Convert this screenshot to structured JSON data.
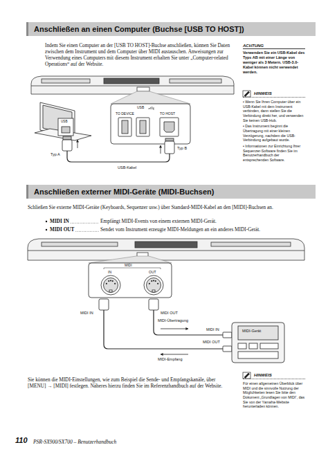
{
  "diagram": {
    "nodes": [
      {
        "text": [
          "Anschließen an einen Computer (Buchse [USB TO HOST])"
        ]
      },
      {
        "text": [
          "ACHTUNG",
          "Verwenden Sie ein USB-Kabel des Typs AB mit einer Länge von weniger als 3 Metern. USB-3.0-Kabel können nicht verwendet werden."
        ]
      },
      {
        "text": [
          "HINWEIS",
          "• Wenn Sie Ihren Computer über ein USB-Kabel mit dem Instrument verbinden, dann stellen Sie die Verbindung direkt her, und verwenden Sie keinen USB-Hub.",
          "• Das Instrument beginnt die Übertragung mit einer kleinen Verzögerung, nachdem die USB-Verbindung aufgebaut wurde.",
          "• Informationen zur Einrichtung Ihrer Sequenzer-Software finden Sie im Benutzerhandbuch der entsprechenden Software."
        ]
      },
      {
        "text": [
          "Anschließen externer MIDI-Geräte (MIDI-Buchsen)"
        ]
      },
      {
        "text": [
          "HINWEIS",
          "Für einen allgemeinen Überblick über MIDI und die sinnvolle Nutzung der Möglichkeiten lesen Sie bitte den Dokument „Grundlagen von MIDI“, das Sie von der Yamaha-Website herunterladen können."
        ]
      }
    ],
    "labels": [
      "Indem Sie einen Computer an der [USB TO HOST]-Buchse anschließen, können Sie Daten zwischen dem Instrument und dem Computer über MIDI austauschen. Anweisungen zur Verwendung eines Computers mit diesem Instrument erhalten Sie unter „Computer-related Operations“ auf der Website.",
      "USB",
      "TO DEVICE",
      "TO HOST",
      "USB",
      "Typ A",
      "Typ B",
      "USB-Kabel",
      "Schließen Sie externe MIDI-Geräte (Keyboards, Sequenzer usw.) über Standard-MIDI-Kabel an den [MIDI]-Buchsen an.",
      "MIDI IN",
      "Empfängt MIDI-Events von einem externen MIDI-Gerät.",
      "MIDI OUT",
      "Sendet vom Instrument erzeugte MIDI-Meldungen an ein anderes MIDI-Gerät.",
      "MIDI",
      "IN",
      "OUT",
      "MIDI IN",
      "MIDI OUT",
      "MIDI-Übertragung",
      "MIDI IN",
      "MIDI-Gerät",
      "MIDI OUT",
      "MIDI-Empfang",
      "Sie können die MIDI-Einstellungen, wie zum Beispiel die Sende- und Empfangskanäle, über [MENU] → [MIDI] festlegen. Näheres hierzu finden Sie im Referenzhandbuch auf der Website.",
      "110",
      "PSR-SX900/SX700 – Benutzerhandbuch"
    ]
  }
}
